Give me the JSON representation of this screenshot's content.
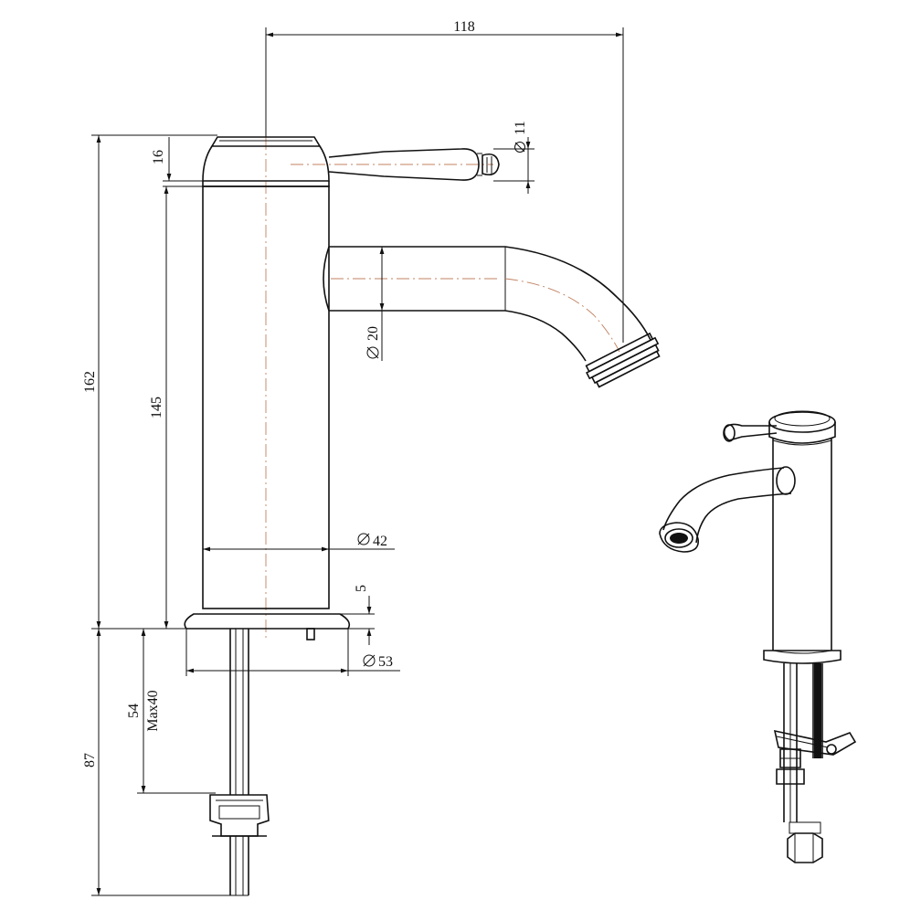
{
  "dimensions": {
    "overall_reach": "118",
    "lever_height": "16",
    "lever_tip_diameter": "11",
    "overall_height": "162",
    "body_height": "145",
    "spout_diameter": "20",
    "body_diameter": "42",
    "base_height": "5",
    "base_diameter": "53",
    "clamp_depth": "54",
    "clamp_max": "Max40",
    "shank_length": "87"
  }
}
